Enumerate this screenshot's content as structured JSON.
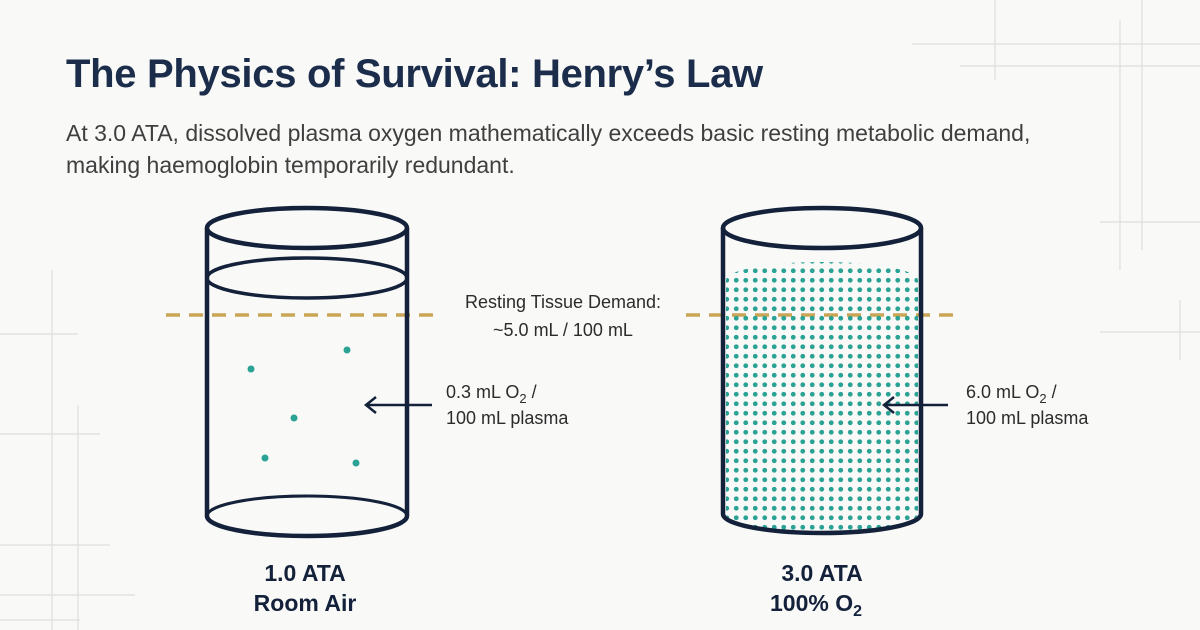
{
  "title": "The Physics of Survival: Henry’s Law",
  "subtitle": "At 3.0 ATA, dissolved plasma oxygen mathematically exceeds basic resting metabolic demand, making haemoglobin temporarily redundant.",
  "demand_line": {
    "label_line1": "Resting Tissue Demand:",
    "label_line2": "~5.0 mL / 100 mL",
    "color": "#c8a655"
  },
  "left_cylinder": {
    "value_prefix": "0.3 mL O",
    "value_sub": "2",
    "value_suffix": " /",
    "unit_line": "100 mL plasma",
    "caption_line1": "1.0 ATA",
    "caption_line2": "Room Air"
  },
  "right_cylinder": {
    "value_prefix": "6.0 mL O",
    "value_sub": "2",
    "value_suffix": " /",
    "unit_line": "100 mL plasma",
    "caption_line1": "3.0 ATA",
    "caption_line2_prefix": "100% O",
    "caption_line2_sub": "2"
  },
  "colors": {
    "title": "#1b2d4a",
    "outline": "#14213a",
    "dots": "#2aa294",
    "background": "#f9f9f8"
  }
}
